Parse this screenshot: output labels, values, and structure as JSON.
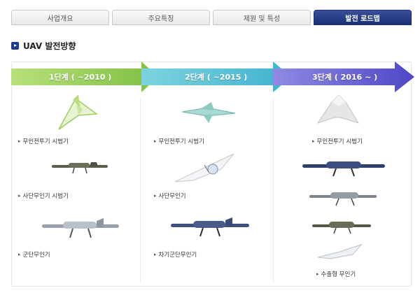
{
  "tabs": [
    {
      "label": "사업개요",
      "active": false
    },
    {
      "label": "주요특징",
      "active": false
    },
    {
      "label": "제원 및 특성",
      "active": false
    },
    {
      "label": "발전 로드맵",
      "active": true
    }
  ],
  "section": {
    "title": "UAV 발전방향"
  },
  "stages": [
    {
      "label": "1단계 ( ~2010 )",
      "color": "#9bcf4c"
    },
    {
      "label": "2단계 ( ~2015 )",
      "color": "#5fc0d3"
    },
    {
      "label": "3단계 ( 2016 ~ )",
      "color": "#6c63d6"
    }
  ],
  "items": {
    "stage1": [
      "무인전투기 시범기",
      "사단무인기 시범기",
      "군단무인기"
    ],
    "stage2": [
      "무인전투기 시범기",
      "사단무인기",
      "차기군단무인기"
    ],
    "stage3": [
      "무인전투기 시범기",
      "수출형 무인기"
    ]
  },
  "icons": {
    "bullet": "triangle-right-icon",
    "plane": "uav-icon"
  }
}
